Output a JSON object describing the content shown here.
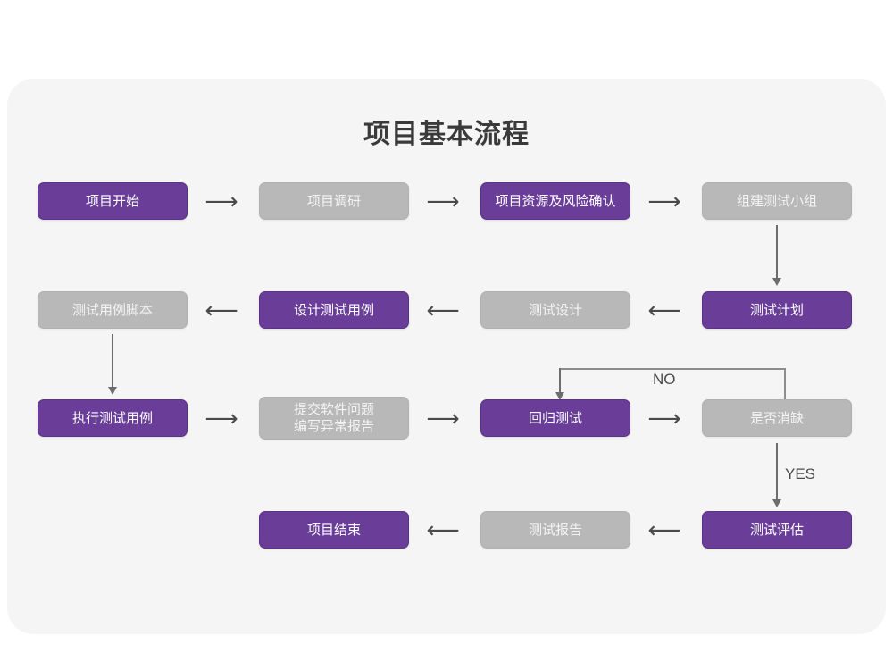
{
  "card": {
    "background": "#f5f5f5"
  },
  "title": "项目基本流程",
  "colors": {
    "purple": "#6a3d99",
    "gray": "#b8b8b8",
    "arrow": "#6d6d6d",
    "page_background": "#ffffff",
    "card_background": "#f5f5f5",
    "title_text": "#3a3a3a"
  },
  "flow": {
    "rows": [
      {
        "direction": "right",
        "nodes": [
          {
            "id": "project-start",
            "label": "项目开始",
            "style": "purple"
          },
          {
            "id": "project-research",
            "label": "项目调研",
            "style": "gray"
          },
          {
            "id": "resource-risk-confirm",
            "label": "项目资源及风险确认",
            "style": "purple"
          },
          {
            "id": "build-test-team",
            "label": "组建测试小组",
            "style": "gray"
          }
        ],
        "connectors": [
          "⟶",
          "⟶",
          "⟶"
        ]
      },
      {
        "direction": "left",
        "nodes": [
          {
            "id": "test-case-script",
            "label": "测试用例脚本",
            "style": "gray"
          },
          {
            "id": "design-test-case",
            "label": "设计测试用例",
            "style": "purple"
          },
          {
            "id": "test-design",
            "label": "测试设计",
            "style": "gray"
          },
          {
            "id": "test-plan",
            "label": "测试计划",
            "style": "purple"
          }
        ],
        "connectors": [
          "⟵",
          "⟵",
          "⟵"
        ]
      },
      {
        "direction": "right",
        "nodes": [
          {
            "id": "execute-test-case",
            "label": "执行测试用例",
            "style": "purple"
          },
          {
            "id": "submit-issue-report",
            "label": "提交软件问题\n编写异常报告",
            "style": "gray"
          },
          {
            "id": "regression-test",
            "label": "回归测试",
            "style": "purple"
          },
          {
            "id": "defect-cleared",
            "label": "是否消缺",
            "style": "gray"
          }
        ],
        "connectors": [
          "⟶",
          "⟶",
          "⟶"
        ]
      },
      {
        "direction": "left",
        "nodes": [
          {
            "id": "project-end",
            "label": "项目结束",
            "style": "purple"
          },
          {
            "id": "test-report",
            "label": "测试报告",
            "style": "gray"
          },
          {
            "id": "test-evaluation",
            "label": "测试评估",
            "style": "purple"
          }
        ],
        "connectors": [
          "⟵",
          "⟵"
        ]
      }
    ],
    "edge_labels": {
      "no": "NO",
      "yes": "YES"
    }
  }
}
